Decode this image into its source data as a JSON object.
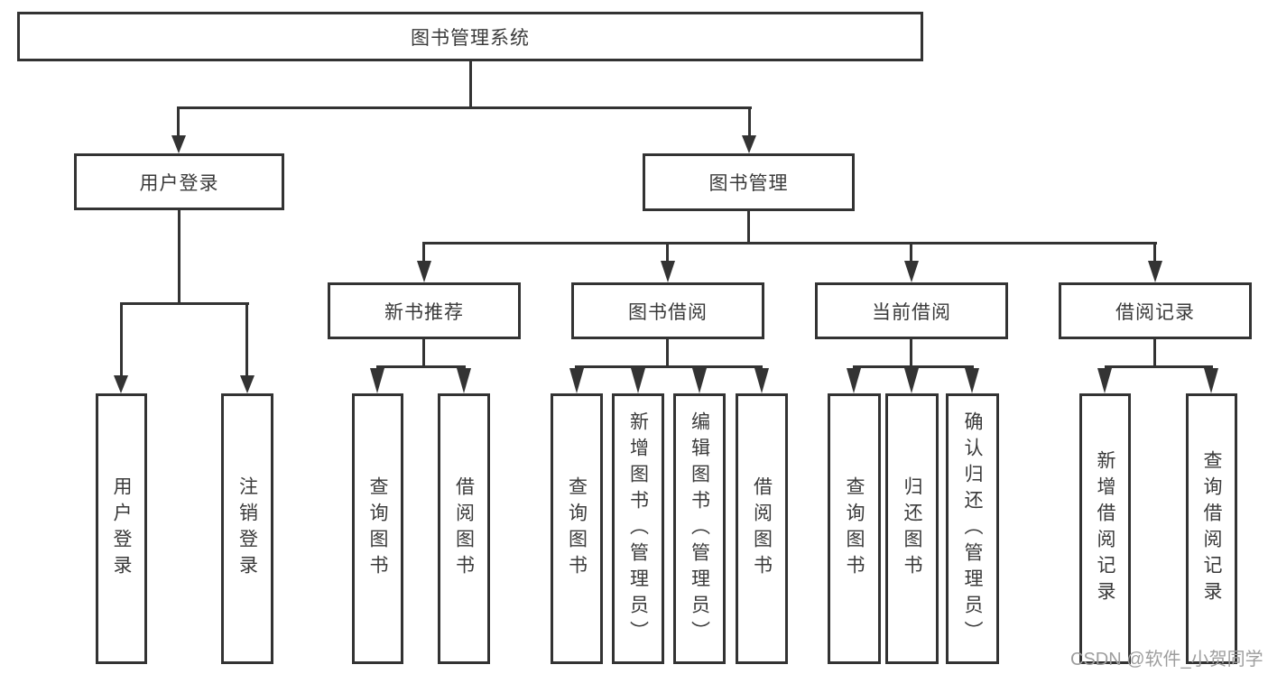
{
  "colors": {
    "line": "#333333",
    "text": "#3a3a3a",
    "background": "#ffffff",
    "watermark": "#9e9e9e"
  },
  "tree": {
    "root": "图书管理系统",
    "children": [
      {
        "label": "用户登录",
        "children": [
          "用户登录",
          "注销登录"
        ]
      },
      {
        "label": "图书管理",
        "children": [
          {
            "label": "新书推荐",
            "children": [
              "查询图书",
              "借阅图书"
            ]
          },
          {
            "label": "图书借阅",
            "children": [
              "查询图书",
              "新增图书（管理员）",
              "编辑图书（管理员）",
              "借阅图书"
            ]
          },
          {
            "label": "当前借阅",
            "children": [
              "查询图书",
              "归还图书",
              "确认归还（管理员）"
            ]
          },
          {
            "label": "借阅记录",
            "children": [
              "新增借阅记录",
              "查询借阅记录"
            ]
          }
        ]
      }
    ]
  },
  "watermark": {
    "text": "CSDN @软件_小贺同学"
  }
}
